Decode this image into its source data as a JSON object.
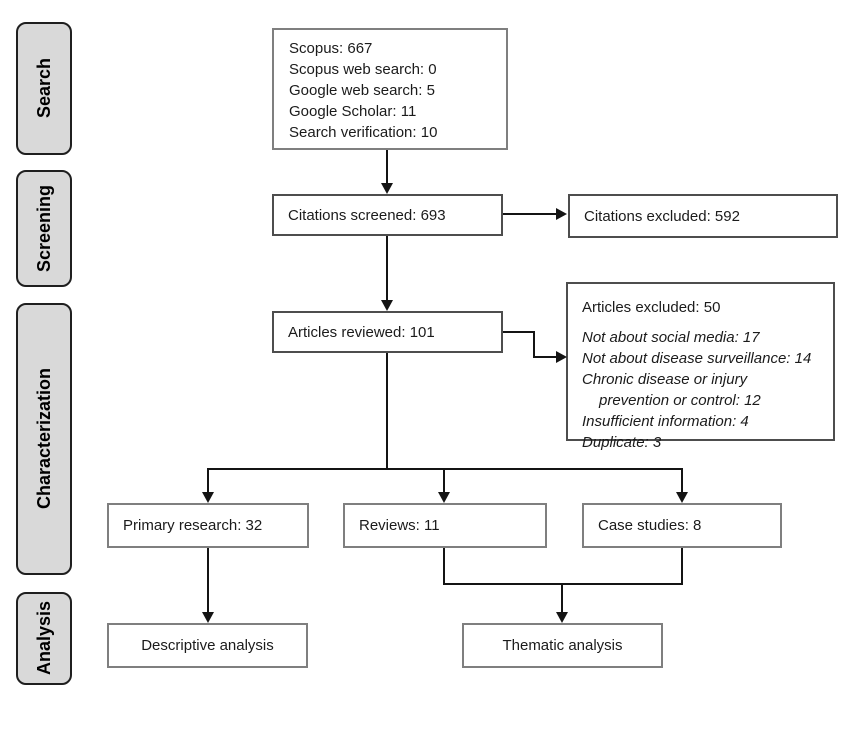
{
  "title": "Literature search and screening flow diagram",
  "colors": {
    "background": "#ffffff",
    "stage_fill": "#d9d9d9",
    "stage_border": "#1f1f1f",
    "box_border_dark": "#4d4d4d",
    "box_border_light": "#7f7f7f",
    "connector": "#141414",
    "text": "#1b1b1b"
  },
  "sidebar": {
    "stages": [
      {
        "label": "Search"
      },
      {
        "label": "Screening"
      },
      {
        "label": "Characterization"
      },
      {
        "label": "Analysis"
      }
    ]
  },
  "flow": {
    "search_results": {
      "lines": [
        "Scopus: 667",
        "Scopus web search: 0",
        "Google web search: 5",
        "Google Scholar: 11",
        "Search verification: 10"
      ]
    },
    "citations_screened": {
      "label": "Citations screened: 693"
    },
    "citations_excluded": {
      "label": "Citations excluded: 592"
    },
    "articles_reviewed": {
      "label": "Articles reviewed: 101"
    },
    "articles_excluded": {
      "title": "Articles excluded: 50",
      "reasons": [
        "Not about social media: 17",
        "Not about disease surveillance: 14",
        "Chronic disease or injury",
        "prevention or control: 12",
        "Insufficient information: 4",
        "Duplicate: 3"
      ]
    },
    "primary_research": {
      "label": "Primary research: 32"
    },
    "reviews": {
      "label": "Reviews: 11"
    },
    "case_studies": {
      "label": "Case studies: 8"
    },
    "descriptive_analysis": {
      "label": "Descriptive analysis"
    },
    "thematic_analysis": {
      "label": "Thematic analysis"
    }
  }
}
